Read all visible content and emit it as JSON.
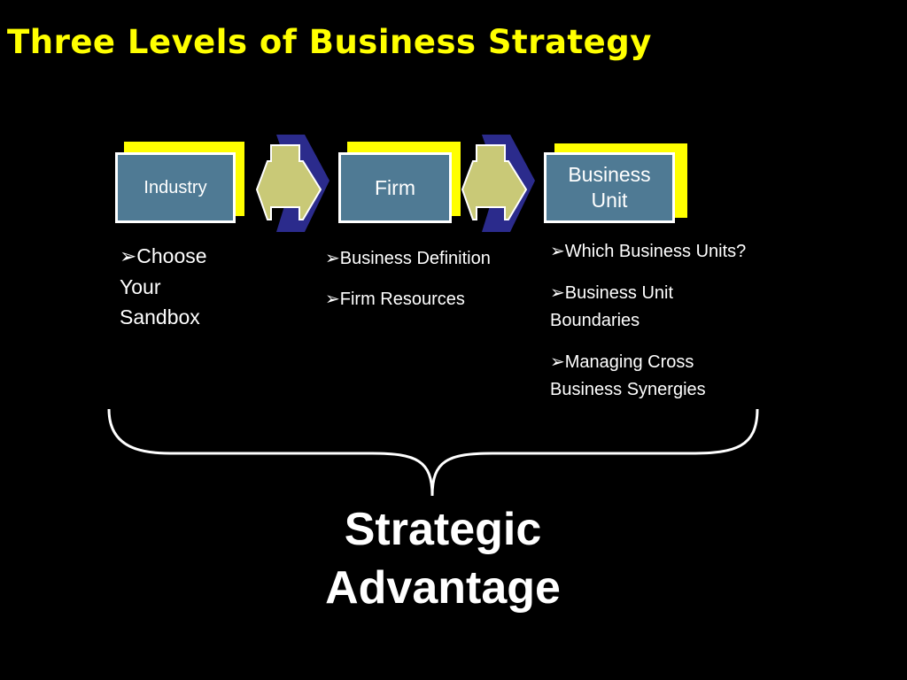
{
  "title": "Three Levels of Business Strategy",
  "colors": {
    "background": "#000000",
    "title": "#ffff00",
    "box_fill": "#4f7a94",
    "box_shadow": "#ffff00",
    "arrow_fill": "#c9c977",
    "arrow_accent": "#2b2b8c",
    "text": "#ffffff"
  },
  "levels": [
    {
      "label": "Industry",
      "bullets": [
        "Choose Your Sandbox"
      ]
    },
    {
      "label": "Firm",
      "bullets": [
        "Business Definition",
        "Firm Resources"
      ]
    },
    {
      "label": "Business Unit",
      "bullets": [
        "Which Business Units?",
        "Business Unit Boundaries",
        "Managing Cross Business Synergies"
      ]
    }
  ],
  "bullet_marker": "➢",
  "outcome": "Strategic Advantage"
}
